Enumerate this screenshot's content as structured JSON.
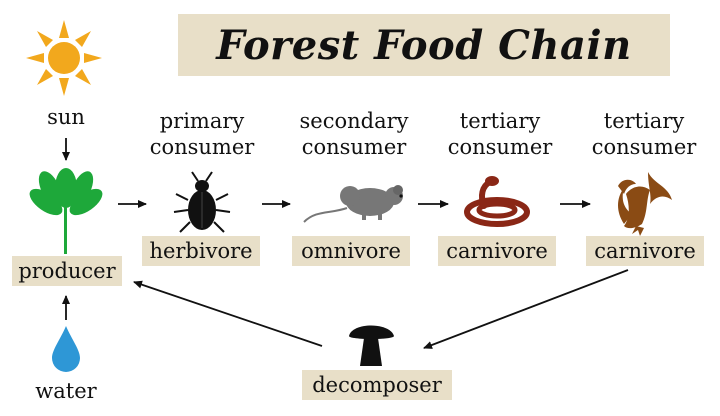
{
  "title": "Forest Food Chain",
  "sources": {
    "sun": "sun",
    "water": "water"
  },
  "chain": [
    {
      "role": "",
      "type": "producer",
      "icon": "leaf-icon"
    },
    {
      "role": "primary consumer",
      "type": "herbivore",
      "icon": "beetle-icon"
    },
    {
      "role": "secondary consumer",
      "type": "omnivore",
      "icon": "mouse-icon"
    },
    {
      "role": "tertiary consumer",
      "type": "carnivore",
      "icon": "snake-icon"
    },
    {
      "role": "tertiary consumer",
      "type": "carnivore",
      "icon": "eagle-icon"
    }
  ],
  "decomposer": {
    "label": "decomposer",
    "icon": "mushroom-icon"
  },
  "colors": {
    "label_bg": "#e8dfc8",
    "sun": "#f2a81d",
    "leaf": "#1ea83a",
    "water": "#2e97d6",
    "mouse": "#777777",
    "snake": "#8a2716",
    "eagle": "#8a4b14",
    "dark": "#111111"
  }
}
